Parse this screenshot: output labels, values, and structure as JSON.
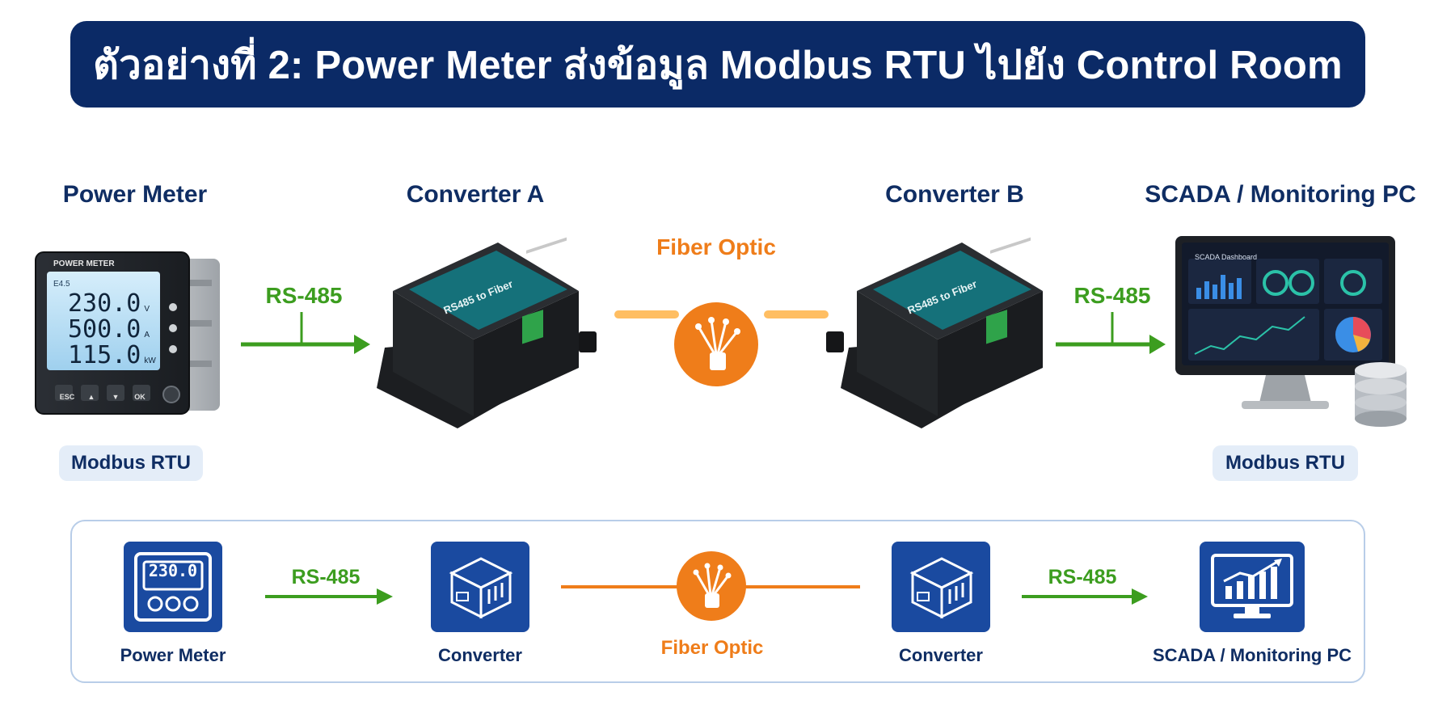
{
  "title": "ตัวอย่างที่ 2: Power Meter ส่งข้อมูล Modbus RTU ไปยัง Control Room",
  "colors": {
    "title_bg": "#0b2a66",
    "label": "#0f2d63",
    "rs485": "#3c9d1f",
    "fiber": "#ef7d1a",
    "icon_bg": "#1a4aa0",
    "badge_bg": "#e4edf8"
  },
  "top": {
    "power_meter": {
      "label": "Power Meter",
      "screen_title": "POWER METER",
      "screen_tag": "E4.5",
      "readings": [
        {
          "value": "230.0",
          "unit": "V"
        },
        {
          "value": "500.0",
          "unit": "A"
        },
        {
          "value": "115.0",
          "unit": "kW"
        }
      ],
      "buttons": [
        "ESC",
        "▲",
        "▼",
        "OK"
      ],
      "protocol": "Modbus RTU"
    },
    "converter_a": {
      "label": "Converter A",
      "brand": "RS485 to Fiber"
    },
    "converter_b": {
      "label": "Converter B",
      "brand": "RS485 to Fiber"
    },
    "scada": {
      "label": "SCADA / Monitoring PC",
      "screen_title": "SCADA Dashboard",
      "protocol": "Modbus RTU"
    },
    "link_left": "RS-485",
    "link_right": "RS-485",
    "fiber": "Fiber Optic"
  },
  "bottom": {
    "power_meter": {
      "label": "Power Meter",
      "display": "230.0"
    },
    "converter_left": {
      "label": "Converter"
    },
    "converter_right": {
      "label": "Converter"
    },
    "scada": {
      "label": "SCADA / Monitoring PC"
    },
    "link_left": "RS-485",
    "link_right": "RS-485",
    "fiber": "Fiber Optic"
  },
  "icons": {
    "power_meter": "power-meter-icon",
    "converter": "converter-icon",
    "fiber": "fiber-optic-icon",
    "scada": "monitor-chart-icon",
    "database": "database-icon",
    "arrow": "arrow-right-icon"
  }
}
